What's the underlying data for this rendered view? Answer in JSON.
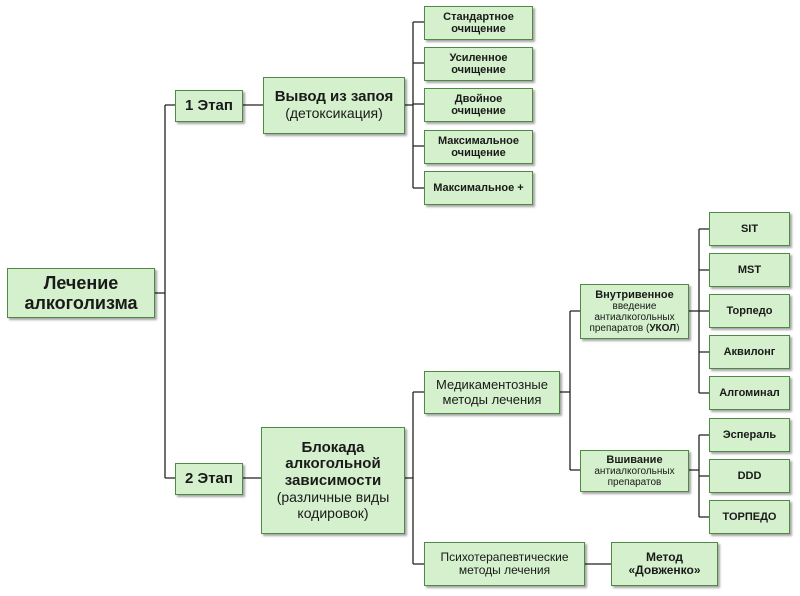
{
  "root": {
    "line1": "Лечение",
    "line2": "алкоголизма"
  },
  "stage1": {
    "label": "1 Этап",
    "title": "Вывод из запоя",
    "subtitle": "(детоксикация)",
    "options": [
      {
        "line1": "Стандартное",
        "line2": "очищение"
      },
      {
        "line1": "Усиленное",
        "line2": "очищение"
      },
      {
        "line1": "Двойное",
        "line2": "очищение"
      },
      {
        "line1": "Максимальное",
        "line2": "очищение"
      },
      {
        "line1": "Максимальное +",
        "line2": ""
      }
    ]
  },
  "stage2": {
    "label": "2 Этап",
    "title_lines": [
      "Блокада",
      "алкогольной",
      "зависимости"
    ],
    "subtitle_lines": [
      "(различные виды",
      "кодировок)"
    ],
    "medical": {
      "lines": [
        "Медикаментозные",
        "методы лечения"
      ],
      "injection": {
        "title": "Внутривенное",
        "desc_lines": [
          "введение",
          "антиалкогольных"
        ],
        "desc_last": "препаратов (",
        "desc_bold": "УКОЛ",
        "desc_end": ")",
        "items": [
          "SIT",
          "MST",
          "Торпедо",
          "Аквилонг",
          "Алгоминал"
        ]
      },
      "implant": {
        "title": "Вшивание",
        "desc_lines": [
          "антиалкогольных",
          "препаратов"
        ],
        "items": [
          "Эспераль",
          "DDD",
          "ТОРПЕДО"
        ]
      }
    },
    "psycho": {
      "lines": [
        "Психотерапевтические",
        "методы лечения"
      ],
      "method": {
        "line1": "Метод",
        "line2": "«Довженко»"
      }
    }
  }
}
